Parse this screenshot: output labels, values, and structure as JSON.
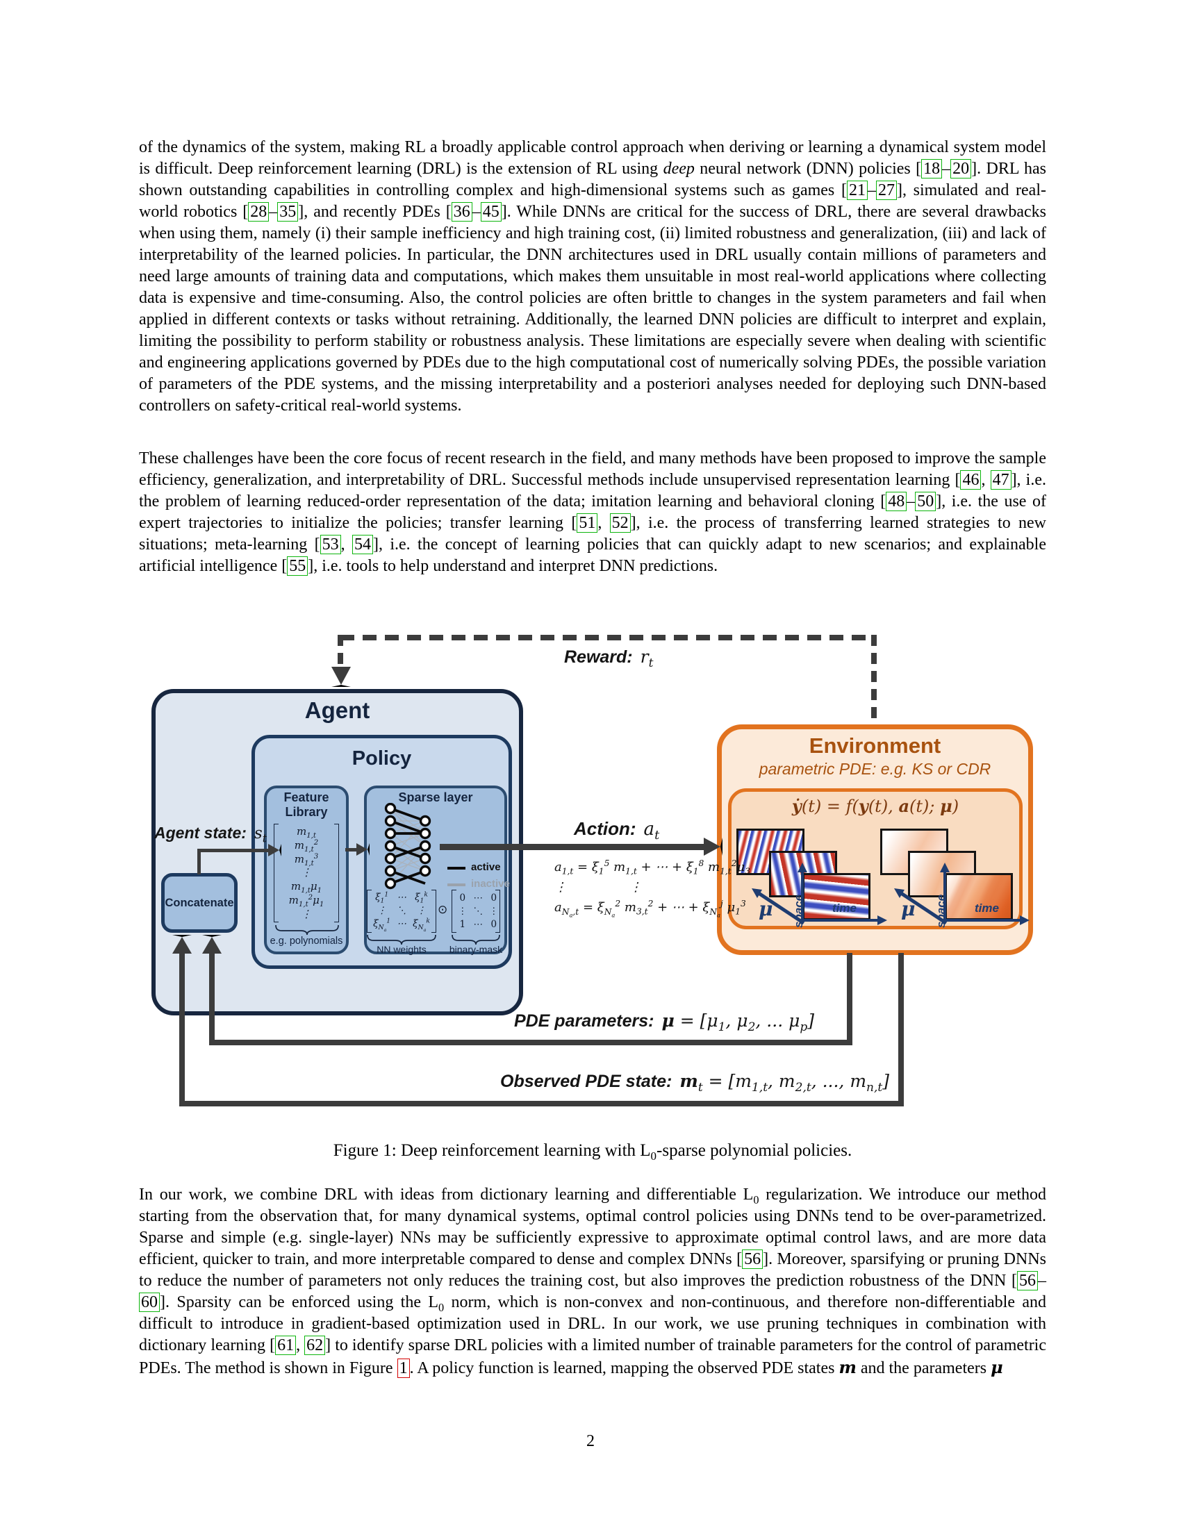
{
  "page": {
    "number": "2"
  },
  "paragraphs": [
    {
      "segments": [
        {
          "t": "text",
          "s": "of the dynamics of the system, making RL a broadly applicable control approach when deriving or learning a dynamical system model is difficult. Deep reinforcement learning (DRL) is the extension of RL using "
        },
        {
          "t": "i",
          "s": "deep"
        },
        {
          "t": "text",
          "s": " neural network (DNN) policies ["
        },
        {
          "t": "cite",
          "s": "18"
        },
        {
          "t": "text",
          "s": "–"
        },
        {
          "t": "cite",
          "s": "20"
        },
        {
          "t": "text",
          "s": "]. DRL has shown outstanding capabilities in controlling complex and high-dimensional systems such as games ["
        },
        {
          "t": "cite",
          "s": "21"
        },
        {
          "t": "text",
          "s": "–"
        },
        {
          "t": "cite",
          "s": "27"
        },
        {
          "t": "text",
          "s": "], simulated and real-world robotics ["
        },
        {
          "t": "cite",
          "s": "28"
        },
        {
          "t": "text",
          "s": "–"
        },
        {
          "t": "cite",
          "s": "35"
        },
        {
          "t": "text",
          "s": "], and recently PDEs ["
        },
        {
          "t": "cite",
          "s": "36"
        },
        {
          "t": "text",
          "s": "–"
        },
        {
          "t": "cite",
          "s": "45"
        },
        {
          "t": "text",
          "s": "]. While DNNs are critical for the success of DRL, there are several drawbacks when using them, namely (i) their sample inefficiency and high training cost, (ii) limited robustness and generalization, (iii) and lack of interpretability of the learned policies. In particular, the DNN architectures used in DRL usually contain millions of parameters and need large amounts of training data and computations, which makes them unsuitable in most real-world applications where collecting data is expensive and time-consuming. Also, the control policies are often brittle to changes in the system parameters and fail when applied in different contexts or tasks without retraining. Additionally, the learned DNN policies are difficult to interpret and explain, limiting the possibility to perform stability or robustness analysis. These limitations are especially severe when dealing with scientific and engineering applications governed by PDEs due to the high computational cost of numerically solving PDEs, the possible variation of parameters of the PDE systems, and the missing interpretability and a posteriori analyses needed for deploying such DNN-based controllers on safety-critical real-world systems."
        }
      ]
    },
    {
      "segments": [
        {
          "t": "text",
          "s": "These challenges have been the core focus of recent research in the field, and many methods have been proposed to improve the sample efficiency, generalization, and interpretability of DRL. Successful methods include unsupervised representation learning ["
        },
        {
          "t": "cite",
          "s": "46"
        },
        {
          "t": "text",
          "s": ", "
        },
        {
          "t": "cite",
          "s": "47"
        },
        {
          "t": "text",
          "s": "], i.e. the problem of learning reduced-order representation of the data; imitation learning and behavioral cloning ["
        },
        {
          "t": "cite",
          "s": "48"
        },
        {
          "t": "text",
          "s": "–"
        },
        {
          "t": "cite",
          "s": "50"
        },
        {
          "t": "text",
          "s": "], i.e. the use of expert trajectories to initialize the policies; transfer learning ["
        },
        {
          "t": "cite",
          "s": "51"
        },
        {
          "t": "text",
          "s": ", "
        },
        {
          "t": "cite",
          "s": "52"
        },
        {
          "t": "text",
          "s": "], i.e. the process of transferring learned strategies to new situations; meta-learning ["
        },
        {
          "t": "cite",
          "s": "53"
        },
        {
          "t": "text",
          "s": ", "
        },
        {
          "t": "cite",
          "s": "54"
        },
        {
          "t": "text",
          "s": "], i.e. the concept of learning policies that can quickly adapt to new scenarios; and explainable artificial intelligence ["
        },
        {
          "t": "cite",
          "s": "55"
        },
        {
          "t": "text",
          "s": "], i.e. tools to help understand and interpret DNN predictions."
        }
      ]
    },
    {
      "segments": [
        {
          "t": "text",
          "s": "In our work, we combine DRL with ideas from dictionary learning and differentiable "
        },
        {
          "t": "lsub",
          "s": "0"
        },
        {
          "t": "text",
          "s": " regularization. We introduce our method starting from the observation that, for many dynamical systems, optimal control policies using DNNs tend to be over-parametrized. Sparse and simple (e.g. single-layer) NNs may be sufficiently expressive to approximate optimal control laws, and are more data efficient, quicker to train, and more interpretable compared to dense and complex DNNs ["
        },
        {
          "t": "cite",
          "s": "56"
        },
        {
          "t": "text",
          "s": "]. Moreover, sparsifying or pruning DNNs to reduce the number of parameters not only reduces the training cost, but also improves the prediction robustness of the DNN ["
        },
        {
          "t": "cite",
          "s": "56"
        },
        {
          "t": "text",
          "s": "–"
        },
        {
          "t": "cite",
          "s": "60"
        },
        {
          "t": "text",
          "s": "]. Sparsity can be enforced using the "
        },
        {
          "t": "lsub",
          "s": "0"
        },
        {
          "t": "text",
          "s": " norm, which is non-convex and non-continuous, and therefore non-differentiable and difficult to introduce in gradient-based optimization used in DRL. In our work, we use pruning techniques in combination with dictionary learning ["
        },
        {
          "t": "cite",
          "s": "61"
        },
        {
          "t": "text",
          "s": ", "
        },
        {
          "t": "cite",
          "s": "62"
        },
        {
          "t": "text",
          "s": "] to identify sparse DRL policies with a limited number of trainable parameters for the control of parametric PDEs. The method is shown in Figure "
        },
        {
          "t": "figref",
          "s": "1"
        },
        {
          "t": "text",
          "s": ". A policy function is learned, mapping the observed PDE states "
        },
        {
          "t": "math",
          "s": "**m**"
        },
        {
          "t": "text",
          "s": " and the parameters "
        },
        {
          "t": "math",
          "s": "**μ**"
        }
      ]
    }
  ],
  "caption": "Figure 1: Deep reinforcement learning with L_{0}-sparse polynomial policies.",
  "figure": {
    "reward_label": "Reward:",
    "reward_math": "r_{t}",
    "agent_title": "Agent",
    "policy_title": "Policy",
    "feature": {
      "title_line1": "Feature",
      "title_line2": "Library",
      "vector": [
        "m_{1,t}",
        "m_{1,t}^{2}",
        "m_{1,t}^{3}",
        "⋮",
        "m_{1,t}μ_{1}",
        "m_{1,t}^{2}μ_{1}",
        "⋮"
      ],
      "note": "e.g. polynomials"
    },
    "sparse": {
      "title": "Sparse layer",
      "legend_active": "active",
      "legend_inactive": "inactive",
      "weights": [
        "ξ_{1}^{1}",
        "⋯",
        "ξ_{1}^{k}",
        "⋮",
        "⋱",
        "⋮",
        "ξ_{N_{a}}^{1}",
        "⋯",
        "ξ_{N_{a}}^{k}"
      ],
      "odot": "⊙",
      "mask": [
        "0",
        "⋯",
        "0",
        "⋮",
        "⋱",
        "⋮",
        "1",
        "⋯",
        "0"
      ],
      "weights_label": "NN weights",
      "mask_label": "binary-mask"
    },
    "concatenate_label": "Concatenate",
    "agent_state_label": "Agent state:",
    "agent_state_math": "s_{t}",
    "action_label": "Action:",
    "action_math": "a_{t}",
    "action_equations": [
      "a_{1,t} = ξ_{1}^{5} m_{1,t} + ⋯ + ξ_{1}^{8} m_{1,t}^{2}μ_{3}",
      "⋮     ⋮",
      "a_{N_{a},t} = ξ_{N_{a}}^{2} m_{3,t}^{2} + ⋯ + ξ_{N_{a}}^{j} μ_{1}^{3}"
    ],
    "environment": {
      "title": "Environment",
      "subtitle": "parametric PDE: e.g. KS or CDR",
      "equation": "**ẏ**(t) = f(**y**(t), **a**(t); **μ**)",
      "axis_space": "space",
      "axis_time": "time",
      "axis_mu": "μ"
    },
    "pde_parameters_label": "PDE parameters:",
    "pde_parameters_math": "**μ** = [μ_{1}, μ_{2}, ... μ_{p}]",
    "observed_label": "Observed PDE state:",
    "observed_math": "**m**_{t} = [m_{1,t}, m_{2,t}, ..., m_{n,t}]"
  },
  "colors": {
    "cite_green": "#0db50d",
    "ref_red": "#d40000",
    "line_dark": "#3c3c3c",
    "navy": "#17263f",
    "orange": "#e2731f",
    "env_text": "#a8520f",
    "axis_navy": "#1e3c70"
  }
}
